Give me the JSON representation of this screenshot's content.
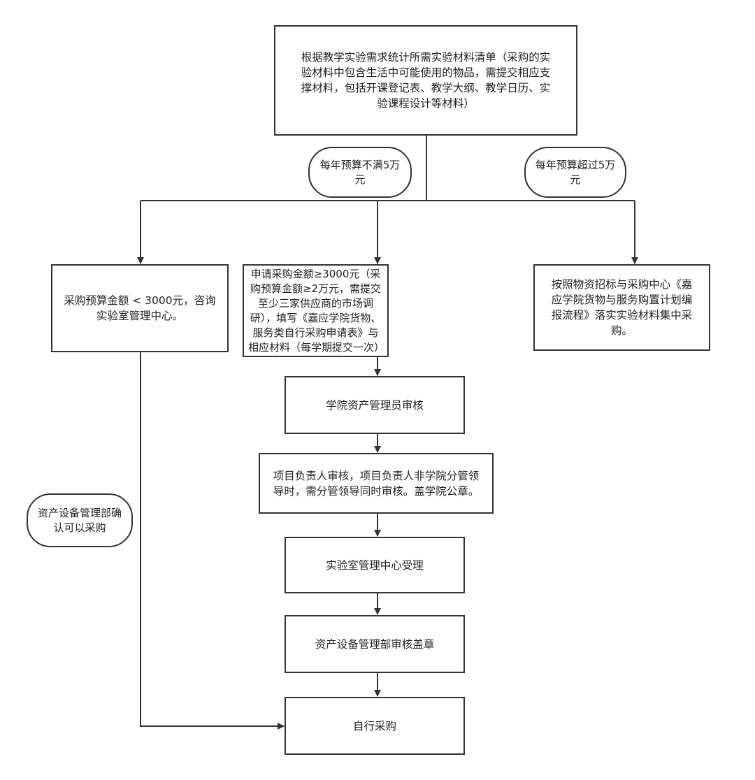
{
  "nodes": {
    "start": "根据教学实验需求统计所需实验材料清单（采购的实验材料中包含生活中可能使用的物品，需提交相应支撑材料，包括开课登记表、教学大纲、教学日历、实验课程设计等材料）",
    "cond_under": "每年预算不满5万元",
    "cond_over": "每年预算超过5万元",
    "small": "采购预算金额 < 3000元，咨询实验室管理中心。",
    "apply": "申请采购金额≥3000元（采购预算金额≥2万元，需提交至少三家供应商的市场调研），填写《嘉应学院货物、服务类自行采购申请表》与相应材料（每学期提交一次）",
    "central": "按照物资招标与采购中心《嘉应学院货物与服务购置计划编报流程》落实实验材料集中采购。",
    "asset_admin": "学院资产管理员审核",
    "leader": "项目负责人审核，项目负责人非学院分管领导时，需分管领导同时审核。盖学院公章。",
    "lab_center": "实验室管理中心受理",
    "asset_dept": "资产设备管理部审核盖章",
    "confirm": "资产设备管理部确认可以采购",
    "end": "自行采购"
  }
}
